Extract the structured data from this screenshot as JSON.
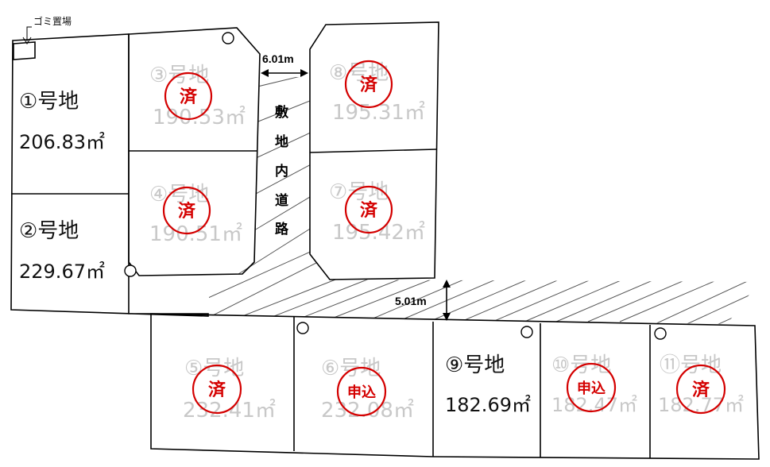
{
  "garbage_label": "ゴミ置場",
  "road": {
    "label_chars": [
      "敷",
      "地",
      "内",
      "道",
      "路"
    ],
    "width_vertical": "6.01m",
    "width_horizontal": "5.01m"
  },
  "lots": [
    {
      "id": "1",
      "name": "①号地",
      "area": "206.83",
      "unit": "㎡",
      "status": ""
    },
    {
      "id": "2",
      "name": "②号地",
      "area": "229.67",
      "unit": "㎡",
      "status": ""
    },
    {
      "id": "3",
      "name": "③号地",
      "area": "190.53",
      "unit": "㎡",
      "status": "済"
    },
    {
      "id": "4",
      "name": "④号地",
      "area": "190.51",
      "unit": "㎡",
      "status": "済"
    },
    {
      "id": "5",
      "name": "⑤号地",
      "area": "232.41",
      "unit": "㎡",
      "status": "済"
    },
    {
      "id": "6",
      "name": "⑥号地",
      "area": "232.08",
      "unit": "㎡",
      "status": "申込"
    },
    {
      "id": "7",
      "name": "⑦号地",
      "area": "195.42",
      "unit": "㎡",
      "status": "済"
    },
    {
      "id": "8",
      "name": "⑧号地",
      "area": "195.31",
      "unit": "㎡",
      "status": "済"
    },
    {
      "id": "9",
      "name": "⑨号地",
      "area": "182.69",
      "unit": "㎡",
      "status": ""
    },
    {
      "id": "10",
      "name": "⑩号地",
      "area": "182.47",
      "unit": "㎡",
      "status": "申込"
    },
    {
      "id": "11",
      "name": "⑪号地",
      "area": "182.77",
      "unit": "㎡",
      "status": "済"
    }
  ],
  "colors": {
    "stamp": "#d40000",
    "sold_text": "#c8c8c8",
    "available_text": "#111111"
  }
}
